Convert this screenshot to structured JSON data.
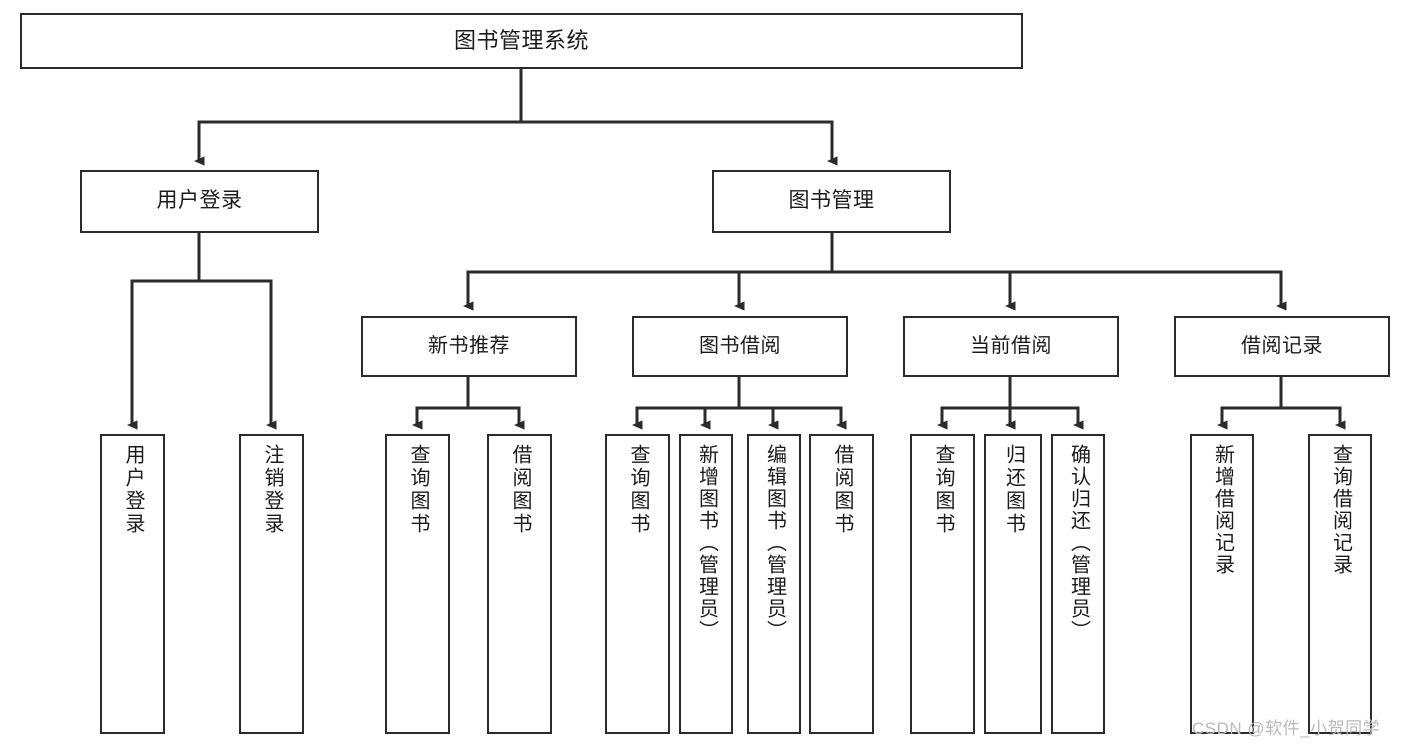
{
  "diagram": {
    "title": "图书管理系统",
    "type": "功能结构图",
    "root": {
      "label": "图书管理系统"
    },
    "level2": [
      {
        "label": "用户登录"
      },
      {
        "label": "图书管理"
      }
    ],
    "level3": [
      {
        "label": "新书推荐"
      },
      {
        "label": "图书借阅"
      },
      {
        "label": "当前借阅"
      },
      {
        "label": "借阅记录"
      }
    ],
    "leaves": {
      "user_login": [
        {
          "label": "用户登录"
        },
        {
          "label": "注销登录"
        }
      ],
      "new_book_recommend": [
        {
          "label": "查询图书"
        },
        {
          "label": "借阅图书"
        }
      ],
      "book_borrow": [
        {
          "label": "查询图书"
        },
        {
          "label": "新增图书（管理员）"
        },
        {
          "label": "编辑图书（管理员）"
        },
        {
          "label": "借阅图书"
        }
      ],
      "current_borrow": [
        {
          "label": "查询图书"
        },
        {
          "label": "归还图书"
        },
        {
          "label": "确认归还（管理员）"
        }
      ],
      "borrow_record": [
        {
          "label": "新增借阅记录"
        },
        {
          "label": "查询借阅记录"
        }
      ]
    },
    "watermark": "CSDN @软件_小贺同学",
    "colors": {
      "stroke": "#2b2b2b",
      "fill": "#ffffff",
      "text": "#1b1b1b",
      "watermark": "#b9b9b9"
    }
  }
}
